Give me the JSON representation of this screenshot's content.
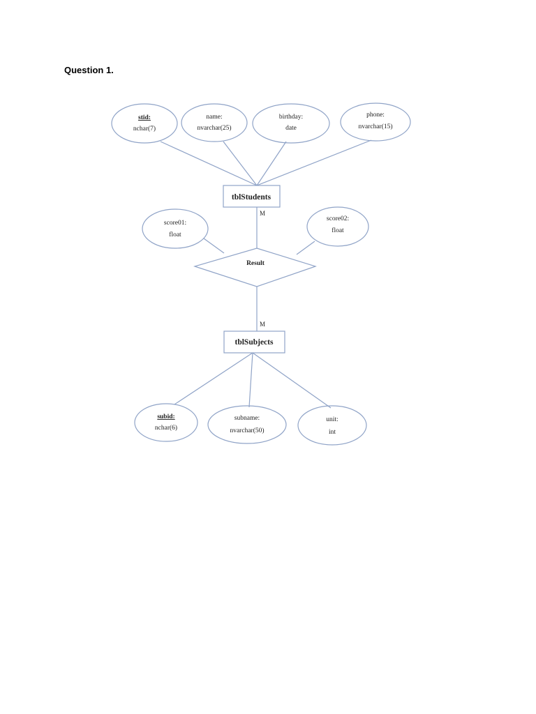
{
  "heading": "Question 1.",
  "entities": {
    "students": "tblStudents",
    "subjects": "tblSubjects"
  },
  "relationship": {
    "name": "Result",
    "card_students": "M",
    "card_subjects": "M"
  },
  "student_attrs": {
    "stid": {
      "name": "stid:",
      "type": "nchar(7)"
    },
    "name": {
      "name": "name:",
      "type": "nvarchar(25)"
    },
    "birthday": {
      "name": "birthday:",
      "type": "date"
    },
    "phone": {
      "name": "phone:",
      "type": "nvarchar(15)"
    }
  },
  "result_attrs": {
    "score01": {
      "name": "score01:",
      "type": "float"
    },
    "score02": {
      "name": "score02:",
      "type": "float"
    }
  },
  "subject_attrs": {
    "subid": {
      "name": "subid:",
      "type": "nchar(6)"
    },
    "subname": {
      "name": "subname:",
      "type": "nvarchar(50)"
    },
    "unit": {
      "name": "unit:",
      "type": "int"
    }
  },
  "colors": {
    "line": "#8fa3c7",
    "text": "#222222"
  }
}
